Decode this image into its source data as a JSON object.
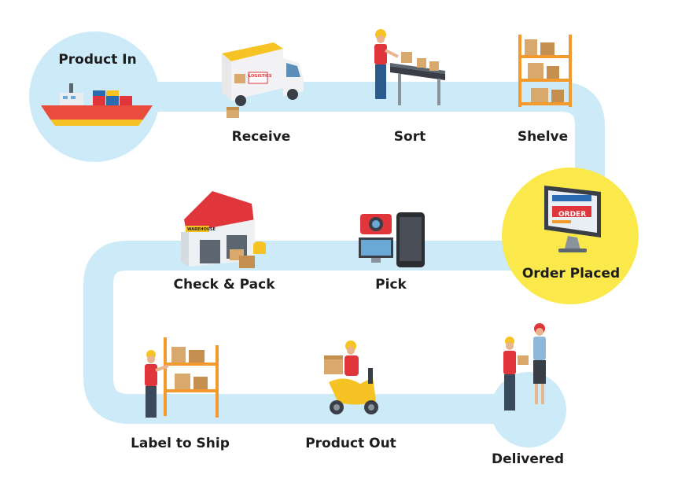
{
  "steps": {
    "product_in": "Product In",
    "receive": "Receive",
    "sort": "Sort",
    "shelve": "Shelve",
    "order_placed": "Order Placed",
    "pick": "Pick",
    "check_pack": "Check & Pack",
    "label_to_ship": "Label to Ship",
    "product_out": "Product Out",
    "delivered": "Delivered"
  },
  "illustration_text": {
    "truck_logo": "LOGISTICS",
    "monitor_sign": "ORDER",
    "warehouse_sign": "WAREHOUSE"
  },
  "colors": {
    "path": "#cdeaf8",
    "highlight": "#fbe84a",
    "text": "#1d1d1d",
    "accent_red": "#e0353b",
    "accent_yellow": "#f6c324",
    "box_brown": "#d9a86c"
  }
}
